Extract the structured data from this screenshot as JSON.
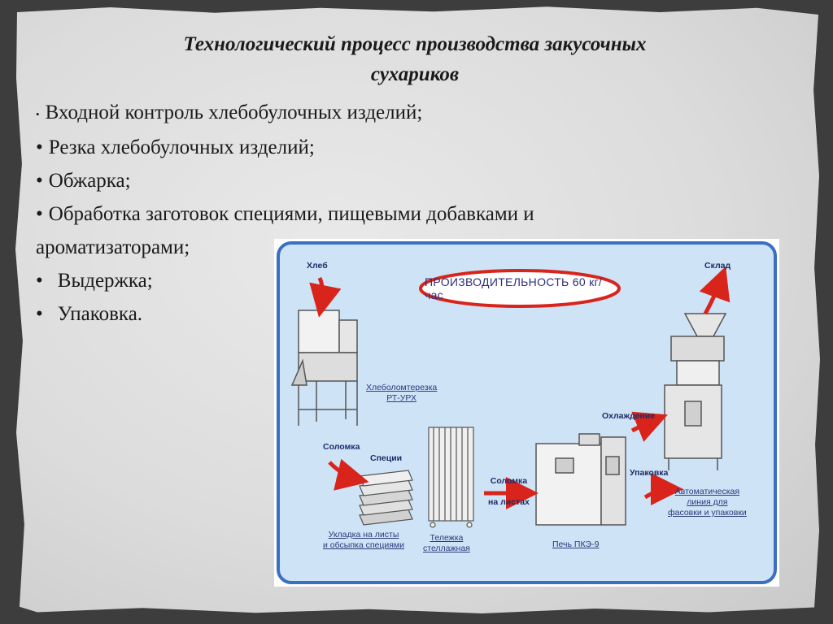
{
  "slide": {
    "title_line1": "Технологический процесс производства закусочных",
    "title_line2": "сухариков",
    "bullets": [
      "Входной контроль хлебобулочных изделий;",
      "Резка хлебобулочных изделий;",
      "Обжарка;",
      "Обработка заготовок специями, пищевыми добавками и",
      "ароматизаторами;",
      "Выдержка;",
      "Упаковка."
    ],
    "bullet_symbol": "•"
  },
  "diagram": {
    "productivity": "ПРОИЗВОДИТЕЛЬНОСТЬ 60 кг/час",
    "labels": {
      "bread": "Хлеб",
      "warehouse": "Склад",
      "slicer_line1": "Хлеболомтерезка",
      "slicer_line2": "РТ-УРХ",
      "straw": "Соломка",
      "spices": "Специи",
      "laying_line1": "Укладка на листы",
      "laying_line2": "и обсыпка специями",
      "cart_line1": "Тележка",
      "cart_line2": "стеллажная",
      "straw_sheets_line1": "Соломка",
      "straw_sheets_line2": "на листах",
      "oven": "Печь ПКЭ-9",
      "cooling": "Охлаждение",
      "packing": "Упаковка",
      "auto_line1": "Автоматическая",
      "auto_line2": "линия для",
      "auto_line3": "фасовки и упаковки"
    },
    "colors": {
      "frame_blue": "#3a6fc4",
      "panel_blue": "#cfe3f6",
      "arrow_red": "#d9241c"
    }
  }
}
